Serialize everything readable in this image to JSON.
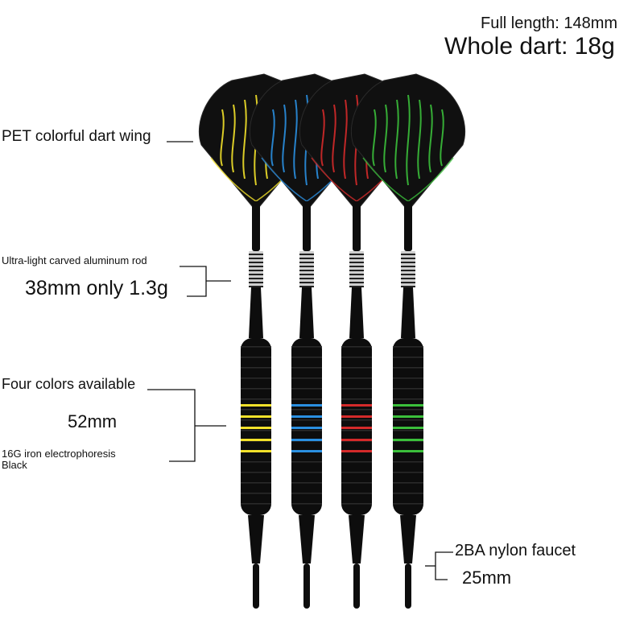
{
  "specs": {
    "full_length": "Full length: 148mm",
    "whole_weight": "Whole dart: 18g"
  },
  "labels": {
    "flight": "PET colorful dart wing",
    "shaft_title": "Ultra-light carved aluminum rod",
    "shaft_spec": "38mm only 1.3g",
    "colors": "Four colors available",
    "barrel_length": "52mm",
    "barrel_material_line1": "16G iron electrophoresis",
    "barrel_material_line2": "Black",
    "tip_title": "2BA nylon faucet",
    "tip_length": "25mm"
  },
  "darts": [
    {
      "color_name": "yellow",
      "accent": "#f2e12a"
    },
    {
      "color_name": "blue",
      "accent": "#2a8fe0"
    },
    {
      "color_name": "red",
      "accent": "#d42a2a"
    },
    {
      "color_name": "green",
      "accent": "#3bbf3b"
    }
  ],
  "colors": {
    "background": "#ffffff",
    "text": "#111111",
    "dart_body": "#0d0d0d",
    "shaft_rings": "#cfcfcf"
  }
}
